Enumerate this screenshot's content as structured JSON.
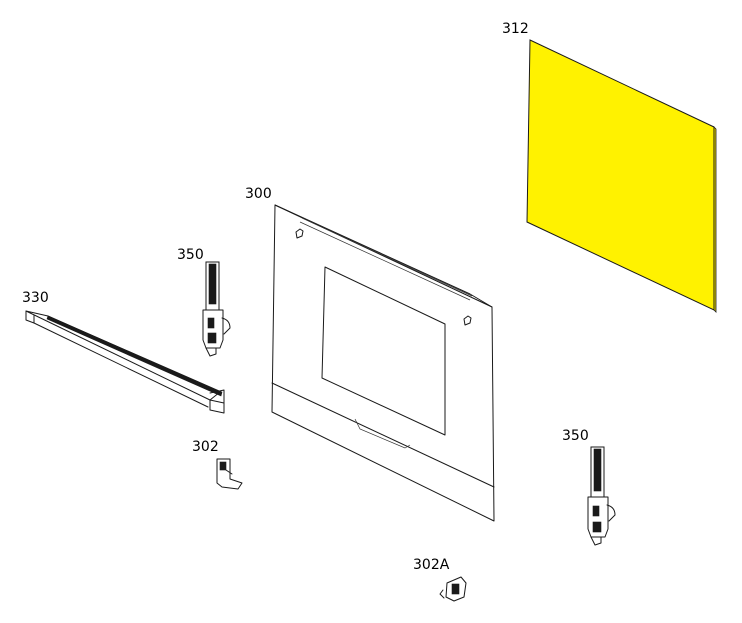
{
  "diagram": {
    "labels": {
      "glass_panel": "312",
      "door": "300",
      "hinge_left": "350",
      "hinge_right": "350",
      "handle": "330",
      "clip": "302",
      "clip_a": "302A"
    },
    "highlight_color": "#FFF200"
  }
}
